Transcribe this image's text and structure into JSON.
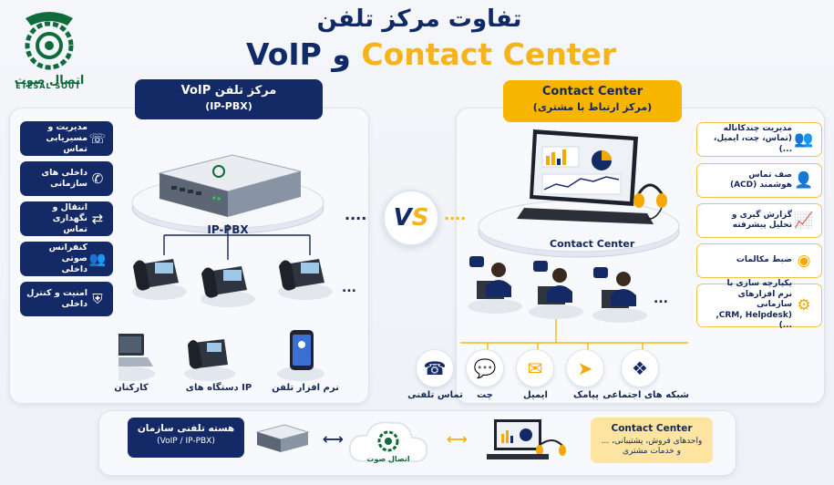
{
  "logo": {
    "brand_fa": "اتصال صوت",
    "brand_en": "ETESAL SOUT"
  },
  "title": {
    "line1": "تفاوت مرکز تلفن",
    "voip": "VoIP",
    "and": "و",
    "contact_center": "Contact Center"
  },
  "left_header": {
    "title": "مرکز تلفن VoIP",
    "subtitle": "(IP-PBX)"
  },
  "right_header": {
    "title": "Contact Center",
    "subtitle": "(مرکز ارتباط با مشتری)"
  },
  "left_features": [
    {
      "line1": "مدیریت و",
      "line2": "مسیریابی تماس",
      "icon": "phone-routing-icon",
      "glyph": "☏"
    },
    {
      "line1": "داخلی های",
      "line2": "سازمانی",
      "icon": "phone-extension-icon",
      "glyph": "✆"
    },
    {
      "line1": "انتقال و",
      "line2": "نگهداری تماس",
      "icon": "transfer-arrows-icon",
      "glyph": "⇄"
    },
    {
      "line1": "کنفرانس صوتی",
      "line2": "داخلی",
      "icon": "conference-people-icon",
      "glyph": "👥"
    },
    {
      "line1": "امنیت و کنترل",
      "line2": "داخلی",
      "icon": "shield-icon",
      "glyph": "⛨"
    }
  ],
  "right_features": [
    {
      "line1": "مدیریت چندکاناله",
      "line2": "(تماس، چت، ایمیل، ...)",
      "icon": "multichannel-agents-icon",
      "glyph": "👥"
    },
    {
      "line1": "صف تماس",
      "line2": "هوشمند (ACD)",
      "icon": "queue-person-icon",
      "glyph": "👤"
    },
    {
      "line1": "گزارش گیری و",
      "line2": "تحلیل پیشرفته",
      "icon": "chart-growth-icon",
      "glyph": "📈"
    },
    {
      "line1": "ضبط مکالمات",
      "line2": "",
      "icon": "record-icon",
      "glyph": "◉"
    },
    {
      "line1": "یکپارچه سازی با",
      "line2": "نرم افزارهای سازمانی",
      "line3": "(CRM, Helpdesk, ...)",
      "icon": "integration-gear-icon",
      "glyph": "⚙"
    }
  ],
  "ippbx_label": "IP-PBX",
  "contact_center_label": "Contact Center",
  "vs": {
    "v": "V",
    "s": "S"
  },
  "endpoints": [
    {
      "label": "کارکنان",
      "icon": "laptop-icon"
    },
    {
      "label": "IP دستگاه های",
      "icon": "ip-phone-icon"
    },
    {
      "label": "نرم افزار تلفن",
      "icon": "smartphone-icon"
    }
  ],
  "channels": [
    {
      "label": "تماس تلفنی",
      "icon": "phone-icon",
      "glyph": "☎",
      "color": "#142a66"
    },
    {
      "label": "چت",
      "icon": "chat-icon",
      "glyph": "💬",
      "color": "#2b5cd6"
    },
    {
      "label": "ایمیل",
      "icon": "email-icon",
      "glyph": "✉",
      "color": "#f5a800"
    },
    {
      "label": "پیامک",
      "icon": "sms-send-icon",
      "glyph": "➤",
      "color": "#f5a800"
    },
    {
      "label": "شبکه های اجتماعی",
      "icon": "social-network-icon",
      "glyph": "❖",
      "color": "#142a66"
    }
  ],
  "bottom": {
    "left_title": "هسته تلفنی سازمان",
    "left_sub": "(VoIP / IP-PBX)",
    "right_title": "Contact Center",
    "right_sub1": "واحدهای فروش، پشتیبانی، ...",
    "right_sub2": "و خدمات مشتری",
    "cloud_brand": "اتصال صوت"
  },
  "colors": {
    "navy": "#142a66",
    "gold": "#f5b41a",
    "green": "#0f6b3a"
  }
}
